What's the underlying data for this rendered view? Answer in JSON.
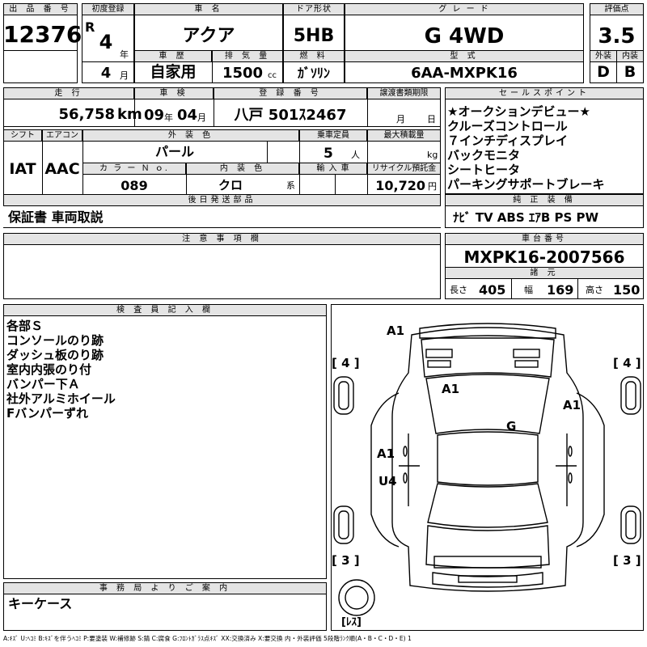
{
  "header": {
    "lot_label": "出 品 番 号",
    "lot": "12376",
    "reg_label": "初度登録",
    "era": "R",
    "year": "4",
    "year_unit": "年",
    "month": "4",
    "month_unit": "月",
    "car_label": "車 名",
    "car": "アクア",
    "door_label": "ドア形状",
    "door": "5HB",
    "grade_label": "グ レ ー ド",
    "grade": "G 4WD",
    "score_label": "評価点",
    "score": "3.5",
    "history_label": "車 歴",
    "history": "自家用",
    "disp_label": "排 気 量",
    "disp": "1500",
    "disp_unit": "cc",
    "fuel_label": "燃 料",
    "fuel": "ｶﾞｿﾘﾝ",
    "model_label": "型 式",
    "model": "6AA-MXPK16",
    "ext_label": "外装",
    "ext": "D",
    "int_label": "内装",
    "int": "B"
  },
  "row2": {
    "mileage_label": "走 行",
    "mileage": "56,758",
    "mileage_unit": "km",
    "inspection_label": "車 検",
    "insp_year": "09",
    "insp_year_unit": "年",
    "insp_month": "04",
    "insp_month_unit": "月",
    "plate_label": "登 録 番 号",
    "plate": "八戸 501ｽ2467",
    "transfer_label": "譲渡書類期限",
    "transfer_month": "月",
    "transfer_day": "日",
    "shift_label": "シフト",
    "shift": "IAT",
    "ac_label": "エアコン",
    "ac": "AAC",
    "color_label": "外 装 色",
    "color": "パール",
    "capacity_label": "乗車定員",
    "capacity": "5",
    "capacity_unit": "人",
    "load_label": "最大積載量",
    "load_unit": "kg",
    "colorno_label": "カ ラ ー Ｎ ｏ.",
    "colorno": "089",
    "intcolor_label": "内 装 色",
    "intcolor": "クロ",
    "intcolor_unit": "系",
    "import_label": "輸 入 車",
    "recycle_label": "リサイクル預託金",
    "recycle": "10,720",
    "recycle_unit": "円"
  },
  "sales": {
    "label": "セールスポイント",
    "lines": [
      "★オークションデビュー★",
      "クルーズコントロール",
      "７インチディスプレイ",
      "バックモニタ",
      "シートヒータ",
      "パーキングサポートブレーキ"
    ]
  },
  "parts": {
    "label": "後日発送部品",
    "value": "保証書 車両取説"
  },
  "equip": {
    "label": "純 正 装 備",
    "value": "ﾅﾋﾞ TV ABS ｴｱB PS PW"
  },
  "notes": {
    "label": "注 意 事 項 欄"
  },
  "chassis": {
    "label": "車台番号",
    "value": "MXPK16-2007566"
  },
  "specs": {
    "label": "諸 元",
    "len_label": "長さ",
    "len": "405",
    "wid_label": "幅",
    "wid": "169",
    "hgt_label": "高さ",
    "hgt": "150"
  },
  "inspector": {
    "label": "検 査 員 記 入 欄",
    "lines": [
      "各部Ｓ",
      "コンソールのり跡",
      "ダッシュ板のり跡",
      "室内内張のり付",
      "バンパー下Ａ",
      "社外アルミホイール",
      "Fバンパーずれ"
    ]
  },
  "office": {
    "label": "事 務 局 よ り ご 案 内",
    "value": "キーケース"
  },
  "diagram": {
    "marks": [
      "A1",
      "A1",
      "A1",
      "G",
      "A1",
      "U4"
    ],
    "brackets": [
      "[ 4 ]",
      "[ 4 ]",
      "[ 3 ]",
      "[ 3 ]",
      "[ﾚｽ]"
    ]
  },
  "legend": "A:ｷｽﾞ U:ﾍｺﾐ B:ｷｽﾞを伴うﾍｺﾐ P:要塗装 W:補修跡 S:錆 C:腐食 G:ﾌﾛﾝﾄｶﾞﾗｽ点ｷｽﾞ XX:交換済み X:要交換 内・外装評価 5段階ﾗﾝｸ順(A・B・C・D・E) 1"
}
